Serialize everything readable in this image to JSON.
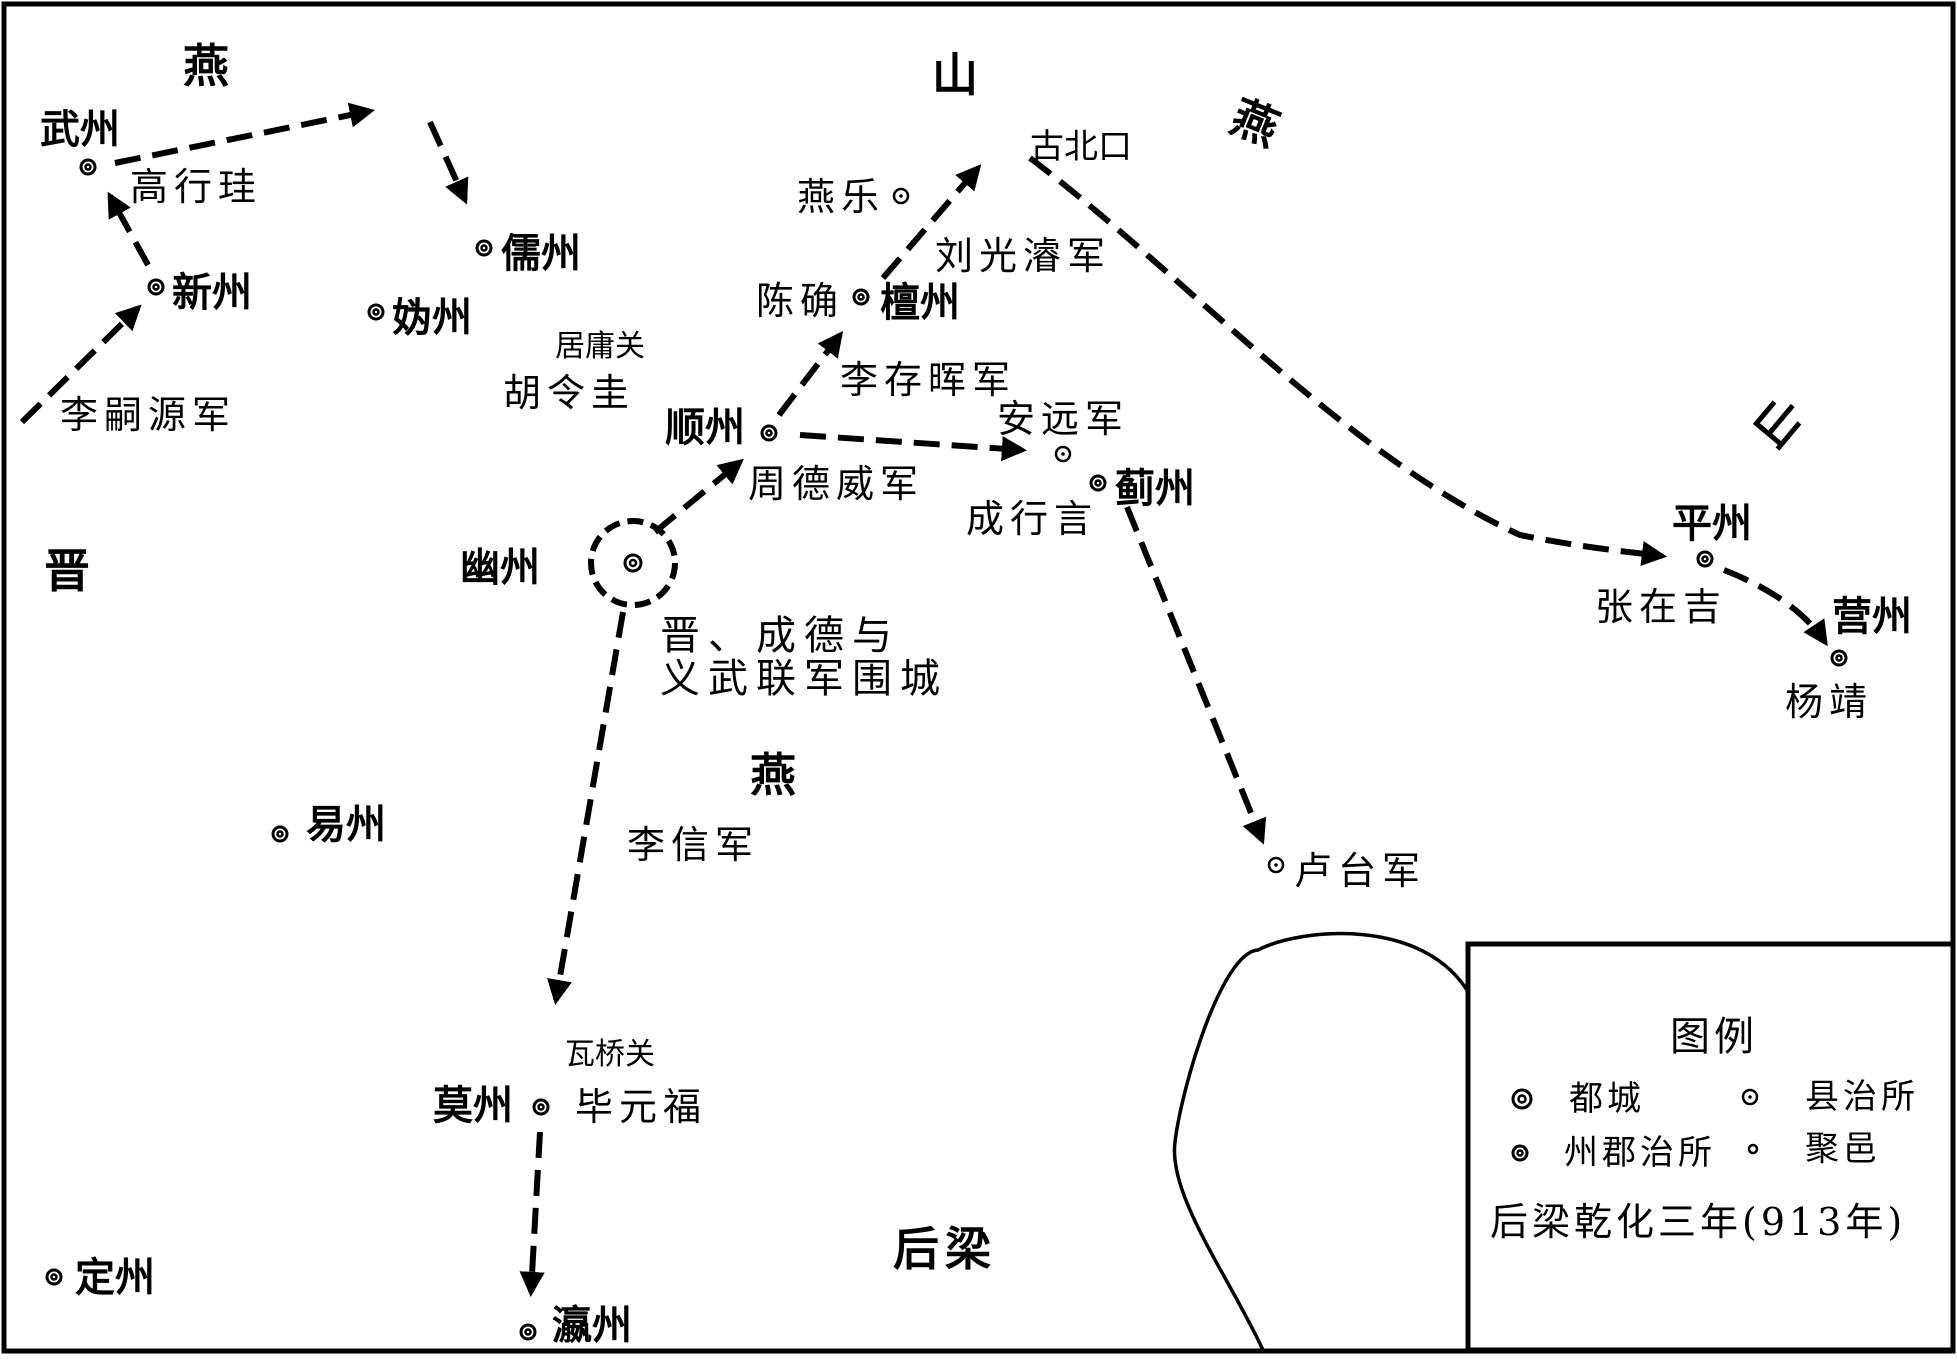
{
  "regions": {
    "yan_nw": "燕",
    "shan_top": "山",
    "yan_ne": "燕",
    "shan_e": "山",
    "jin": "晋",
    "yan_center": "燕",
    "houliang": "后梁"
  },
  "cities": {
    "wuzhou": "武州",
    "xinzhou": "新州",
    "ruzhou": "儒州",
    "guizhou": "妫州",
    "shunzhou": "顺州",
    "tanzhou": "檀州",
    "jizhou": "蓟州",
    "youzhou": "幽州",
    "yizhou": "易州",
    "mozhou": "莫州",
    "dingzhou": "定州",
    "yingzhou_s": "瀛州",
    "pingzhou": "平州",
    "yingzhou_e": "营州",
    "yanle": "燕乐",
    "anyuanjun": "安远军",
    "lutaijun": "卢台军",
    "gubeikou": "古北口"
  },
  "passes": {
    "juyongguan": "居庸关",
    "waqiaoguan": "瓦桥关"
  },
  "people": {
    "gao_xinggui": "高行珪",
    "li_siyuan": "李嗣源军",
    "hu_linggui": "胡令圭",
    "liu_guangjun": "刘光濬军",
    "chen_que": "陈确",
    "li_cunhui": "李存晖军",
    "zhou_dewei": "周德威军",
    "cheng_xingyan": "成行言",
    "li_xin": "李信军",
    "bi_yuanfu": "毕元福",
    "zhang_zaiji": "张在吉",
    "yang_jing": "杨靖"
  },
  "siege_note": {
    "line1": "晋、成德与",
    "line2": "义武联军围城"
  },
  "legend": {
    "title": "图例",
    "capital": "都城",
    "county": "县治所",
    "prefecture": "州郡治所",
    "settlement": "聚邑",
    "date": "后梁乾化三年(913年)"
  },
  "colors": {
    "ink": "#000000",
    "paper": "#ffffff"
  },
  "symbols": {
    "capital": "double-circle-icon",
    "prefecture": "double-circle-icon",
    "county": "dot-circle-icon",
    "settlement": "small-circle-icon"
  }
}
